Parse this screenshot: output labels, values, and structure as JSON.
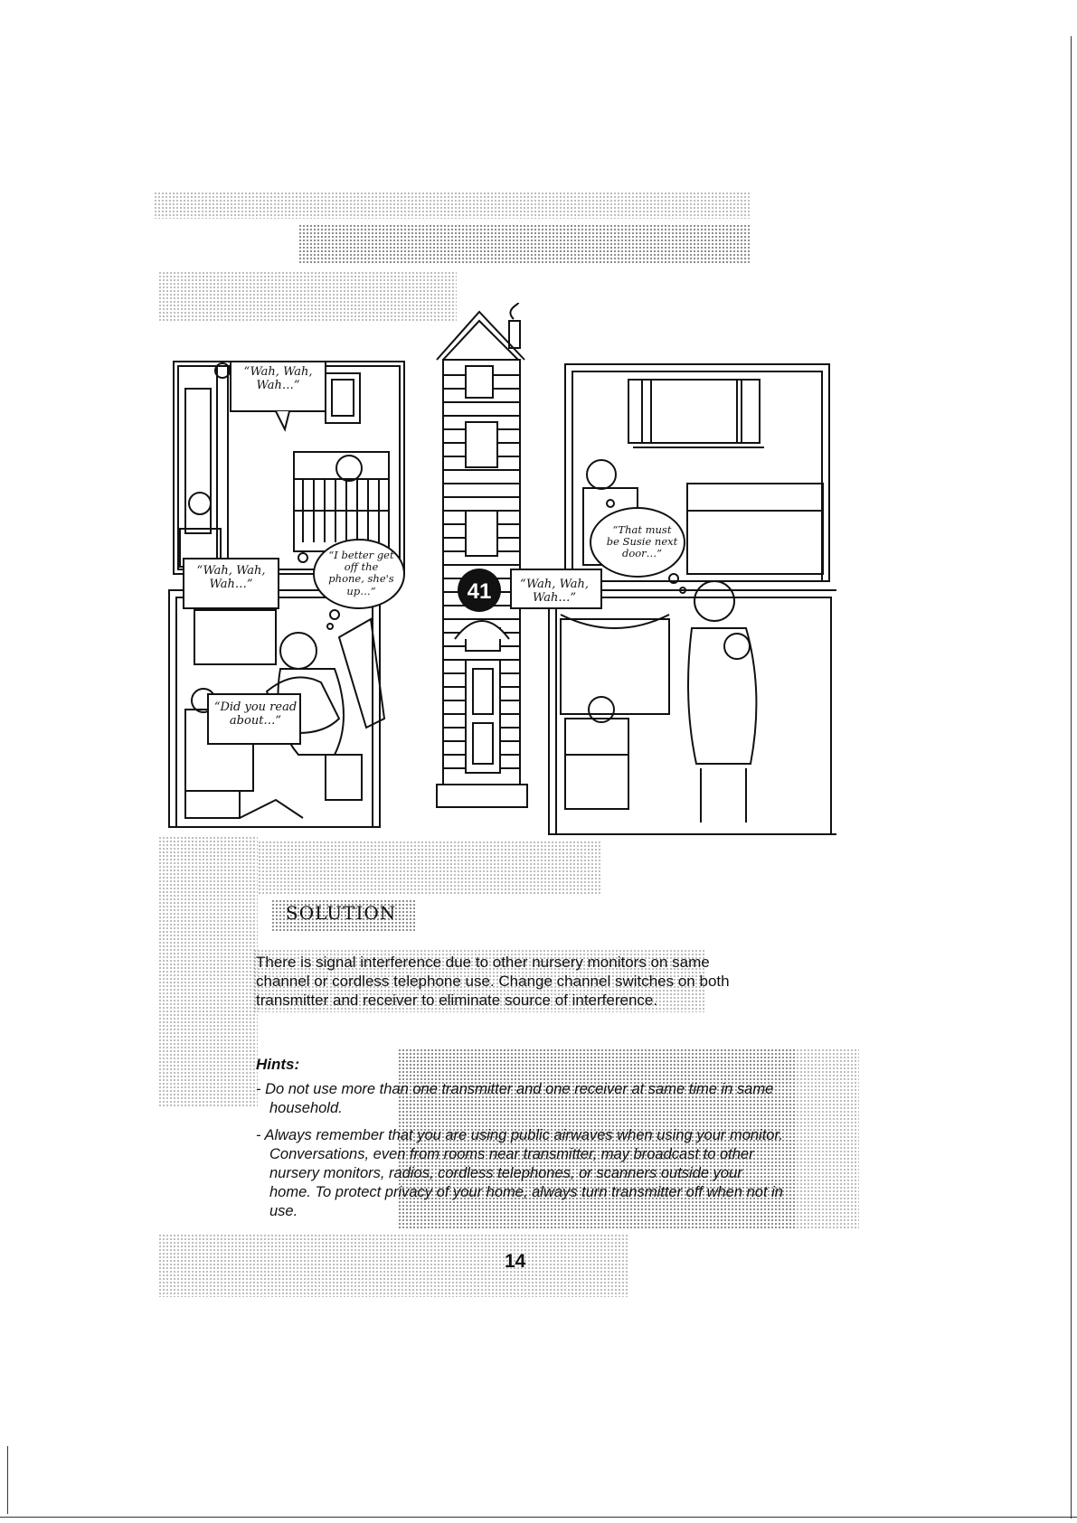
{
  "speech_bubbles": {
    "baby_room_left": "“Wah, Wah, Wah…”",
    "phone_dad_monitor": "“Wah, Wah, Wah…”",
    "dad_phone": "“I better get off the phone, she's up…”",
    "dad_caller": "“Did you read about…”",
    "house_monitor": "“Wah, Wah, Wah…”",
    "mom_thought": "“That must be Susie next door…”"
  },
  "house_number": "41",
  "solution": {
    "title": "SOLUTION",
    "text": "There is signal interference due to other nursery monitors on same channel or cordless telephone use. Change channel switches on both transmitter and receiver to eliminate source of interference."
  },
  "hints": {
    "title": "Hints:",
    "items": [
      "- Do not use more than one transmitter and one receiver at same time in same household.",
      "- Always remember that you are using public airwaves when using your monitor. Conversations, even from rooms near transmitter, may broadcast to other nursery monitors, radios, cordless telephones, or scanners outside your home. To protect privacy of your home, always turn transmitter off when not in use."
    ]
  },
  "page_number": "14"
}
